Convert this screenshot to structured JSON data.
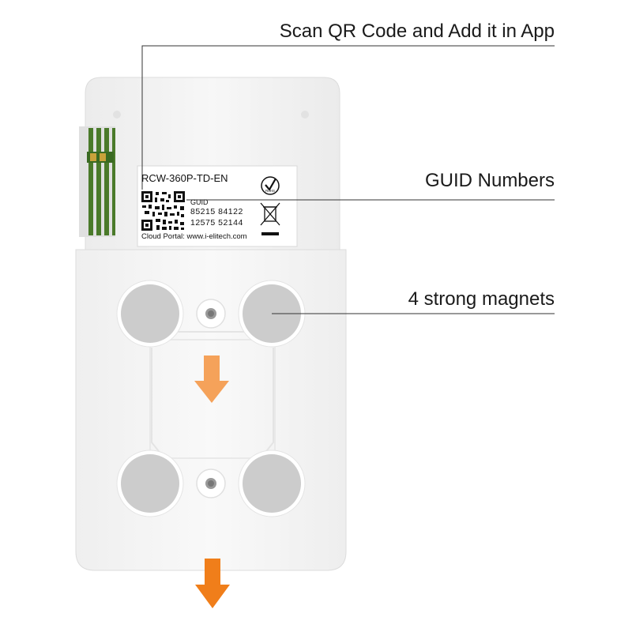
{
  "callouts": {
    "qr": "Scan QR Code and Add it in App",
    "guid": "GUID Numbers",
    "magnets": "4 strong magnets"
  },
  "label": {
    "model": "RCW-360P-TD-EN",
    "guid_title": "GUID",
    "guid_line1": "85215 84122",
    "guid_line2": "12575 52144",
    "portal": "Cloud Portal: www.i-elitech.com",
    "rohs": "RoHS"
  },
  "colors": {
    "arrow": "#f07e1a",
    "magnet": "#cccccc",
    "body": "#f3f3f3",
    "contacts": "#4a7a2a"
  },
  "icons": [
    "qr-code-icon",
    "rohs-check-icon",
    "weee-bin-icon",
    "down-arrow-icon"
  ]
}
